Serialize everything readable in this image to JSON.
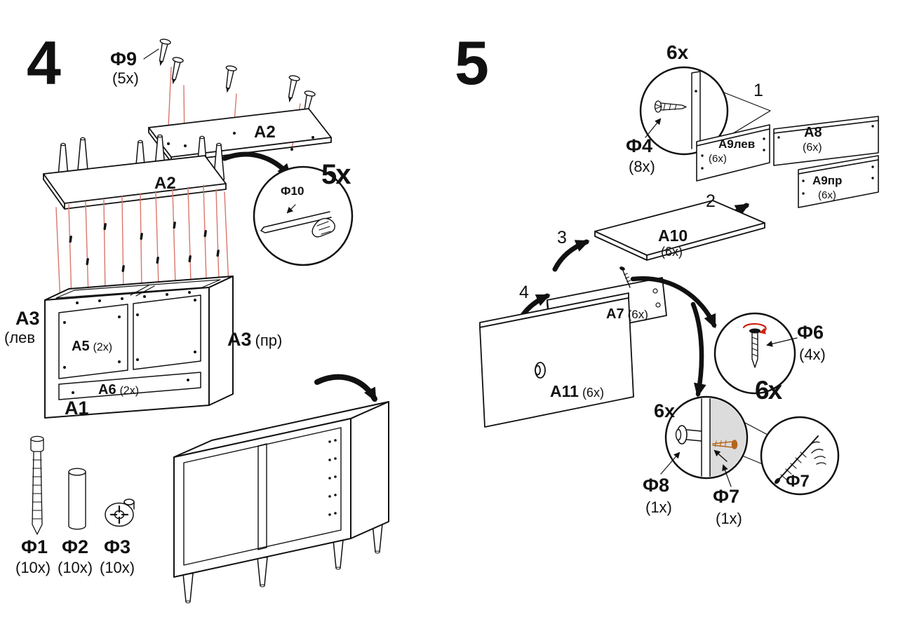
{
  "sheet": {
    "background": "#ffffff",
    "accent_red": "#d9776b",
    "line_color": "#111111"
  },
  "step4": {
    "number": "4",
    "f9": {
      "label": "Ф9",
      "qty": "(5x)"
    },
    "a2_top": {
      "label": "A2"
    },
    "a2_legs": {
      "label": "A2"
    },
    "detail_f10": {
      "label": "Ф10",
      "count": "5x"
    },
    "a3_left": {
      "label": "A3",
      "sub": "(лев"
    },
    "a3_right": {
      "label": "A3",
      "sub": "(пр)"
    },
    "a5": {
      "label": "A5",
      "qty": "(2x)"
    },
    "a6": {
      "label": "A6",
      "qty": "(2x)"
    },
    "a1": {
      "label": "A1"
    },
    "f1": {
      "label": "Ф1",
      "qty": "(10x)"
    },
    "f2": {
      "label": "Ф2",
      "qty": "(10x)"
    },
    "f3": {
      "label": "Ф3",
      "qty": "(10x)"
    }
  },
  "step5": {
    "number": "5",
    "detail_f4": {
      "count": "6x",
      "label": "Ф4",
      "qty": "(8x)"
    },
    "seq1": "1",
    "seq2": "2",
    "seq3": "3",
    "seq4": "4",
    "a9lev": {
      "label": "A9лев",
      "qty": "(6x)"
    },
    "a8": {
      "label": "A8",
      "qty": "(6x)"
    },
    "a9pr": {
      "label": "A9пр",
      "qty": "(6x)"
    },
    "a10": {
      "label": "A10",
      "qty": "(6x)"
    },
    "a7": {
      "label": "A7",
      "qty": "(6x)"
    },
    "a11": {
      "label": "A11",
      "qty": "(6x)"
    },
    "detail_f6": {
      "label": "Ф6",
      "qty": "(4x)",
      "count": "6x"
    },
    "detail_knob": {
      "count": "6x",
      "f8": "Ф8",
      "f8_qty": "(1x)",
      "f7": "Ф7",
      "f7_qty": "(1x)"
    },
    "detail_hand": {
      "label": "Ф7"
    }
  }
}
